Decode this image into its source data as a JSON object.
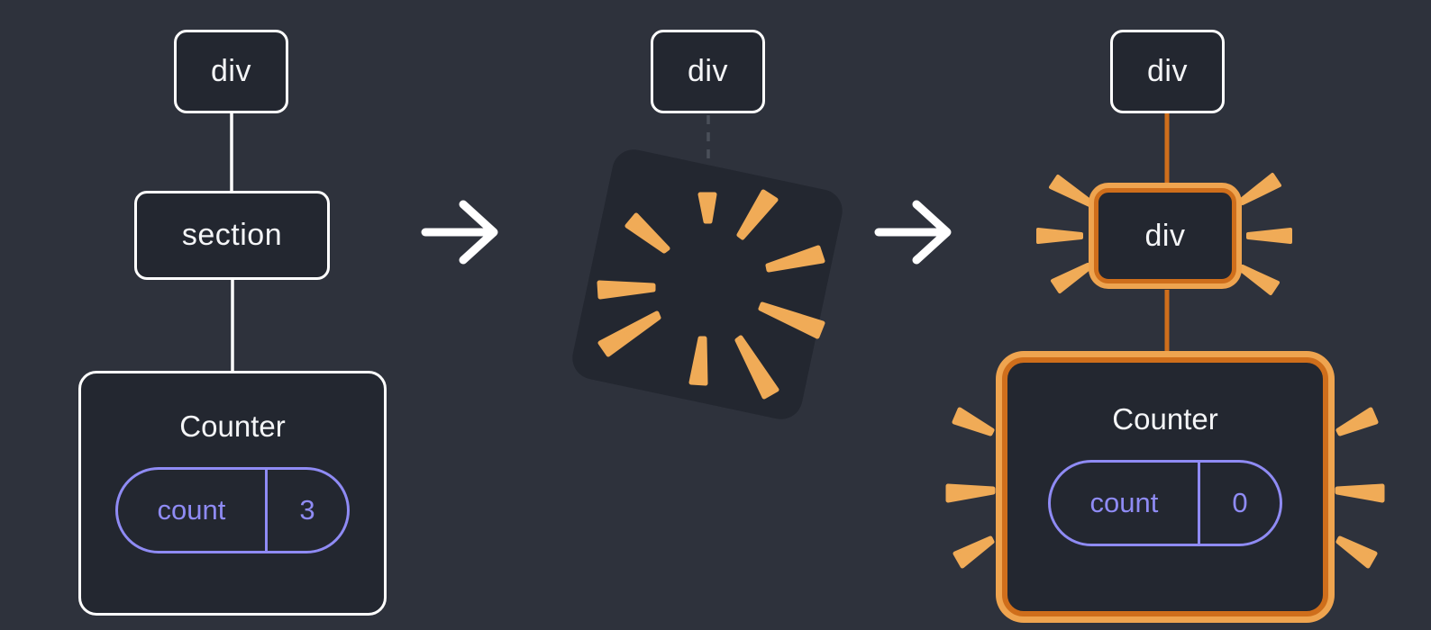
{
  "colors": {
    "background": "#2e323c",
    "node_fill": "#232730",
    "node_border": "#ffffff",
    "text": "#f4f5f7",
    "state_purple": "#8f8bf4",
    "highlight_orange": "#cf6e1b",
    "highlight_orange_outer": "#efa44f",
    "spark_orange": "#f0ab57",
    "arrow_white": "#ffffff"
  },
  "icons": {
    "arrow": "right-arrow",
    "poof": "explosion-burst",
    "spark": "burst-ray"
  },
  "left_tree": {
    "root_node": "div",
    "child_node": "section",
    "component_name": "Counter",
    "state_key": "count",
    "state_value": "3"
  },
  "middle_tree": {
    "root_node": "div"
  },
  "right_tree": {
    "root_node": "div",
    "child_node": "div",
    "component_name": "Counter",
    "state_key": "count",
    "state_value": "0"
  }
}
